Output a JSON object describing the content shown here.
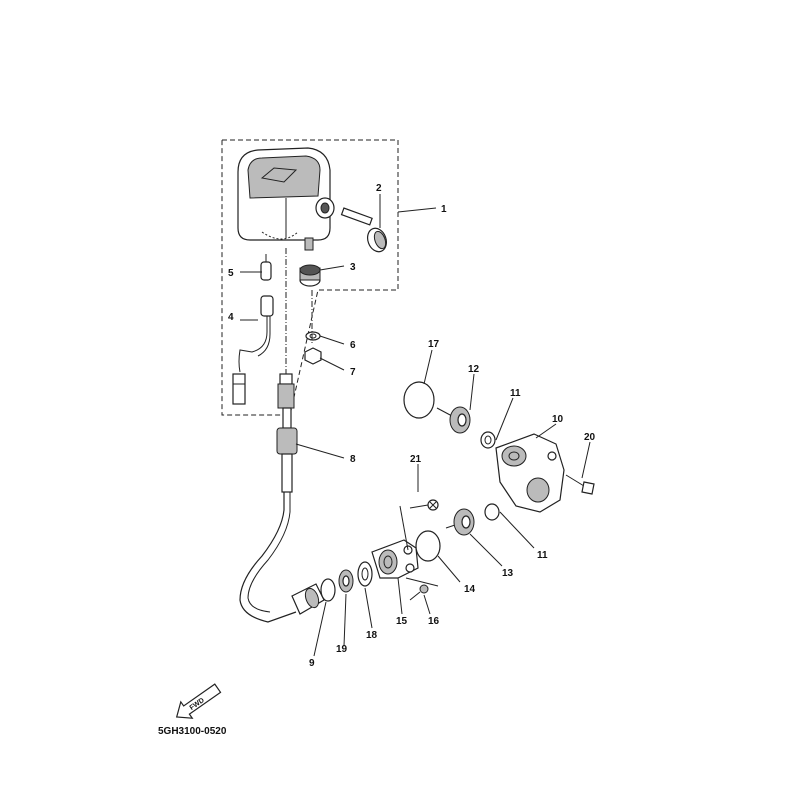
{
  "callouts": [
    {
      "id": "1",
      "label": "1"
    },
    {
      "id": "2",
      "label": "2"
    },
    {
      "id": "3",
      "label": "3"
    },
    {
      "id": "4",
      "label": "4"
    },
    {
      "id": "5",
      "label": "5"
    },
    {
      "id": "6",
      "label": "6"
    },
    {
      "id": "7",
      "label": "7"
    },
    {
      "id": "8",
      "label": "8"
    },
    {
      "id": "9",
      "label": "9"
    },
    {
      "id": "10",
      "label": "10"
    },
    {
      "id": "11a",
      "label": "11"
    },
    {
      "id": "11b",
      "label": "11"
    },
    {
      "id": "12",
      "label": "12"
    },
    {
      "id": "13",
      "label": "13"
    },
    {
      "id": "14",
      "label": "14"
    },
    {
      "id": "15",
      "label": "15"
    },
    {
      "id": "16",
      "label": "16"
    },
    {
      "id": "17",
      "label": "17"
    },
    {
      "id": "18",
      "label": "18"
    },
    {
      "id": "19",
      "label": "19"
    },
    {
      "id": "20",
      "label": "20"
    },
    {
      "id": "21",
      "label": "21"
    }
  ],
  "fwd_label": "FWD",
  "diagram_code": "5GH3100-0520"
}
